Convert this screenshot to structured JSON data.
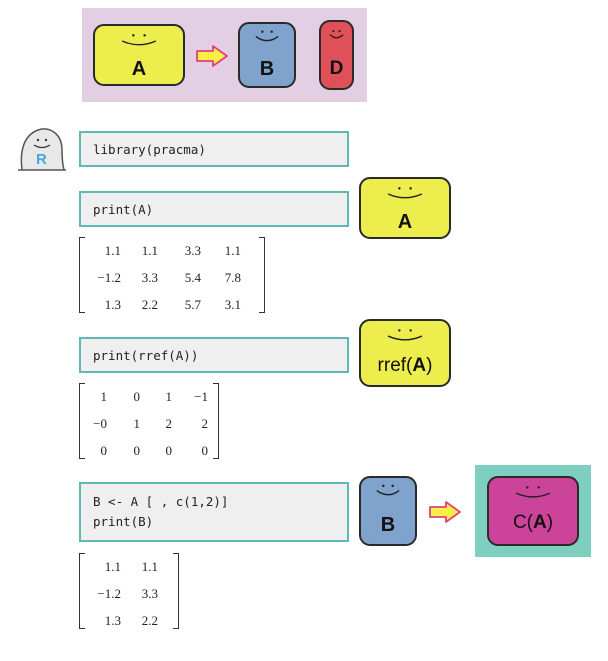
{
  "banner": {
    "box_a": "A",
    "box_b": "B",
    "box_d": "D"
  },
  "r_logo": {
    "letter": "R"
  },
  "cells": [
    {
      "code": "library(pracma)"
    },
    {
      "code": "print(A)",
      "box_label": "A"
    },
    {
      "code": "print(rref(A))",
      "box_label_prefix": "rref(",
      "box_label_bold": "A",
      "box_label_suffix": ")"
    },
    {
      "code": "B <- A [ , c(1,2)]\nprint(B)",
      "box_label": "B",
      "result_prefix": "C(",
      "result_bold": "A",
      "result_suffix": ")"
    }
  ],
  "matrices": {
    "A": [
      [
        "1.1",
        "1.1",
        "3.3",
        "1.1"
      ],
      [
        "−1.2",
        "3.3",
        "5.4",
        "7.8"
      ],
      [
        "1.3",
        "2.2",
        "5.7",
        "3.1"
      ]
    ],
    "rref": [
      [
        "1",
        "0",
        "1",
        "−1"
      ],
      [
        "−0",
        "1",
        "2",
        "2"
      ],
      [
        "0",
        "0",
        "0",
        "0"
      ]
    ],
    "B": [
      [
        "1.1",
        "1.1"
      ],
      [
        "−1.2",
        "3.3"
      ],
      [
        "1.3",
        "2.2"
      ]
    ]
  },
  "colors": {
    "banner_bg": "#e2cfe4",
    "yellow": "#eded4e",
    "blue": "#7fa3cc",
    "red": "#e05058",
    "magenta": "#cc4499",
    "teal_bg": "#7ecfc0",
    "cell_border": "#5fb8b8",
    "cell_bg": "#efefef"
  }
}
